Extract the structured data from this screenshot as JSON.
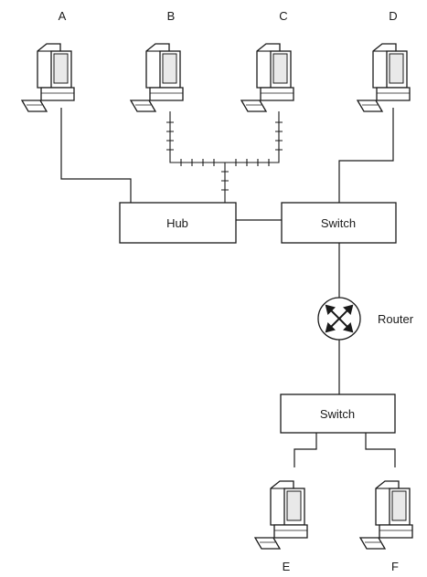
{
  "computers": {
    "a": "A",
    "b": "B",
    "c": "C",
    "d": "D",
    "e": "E",
    "f": "F"
  },
  "devices": {
    "hub": "Hub",
    "switch_top": "Switch",
    "switch_bottom": "Switch",
    "router": "Router"
  }
}
